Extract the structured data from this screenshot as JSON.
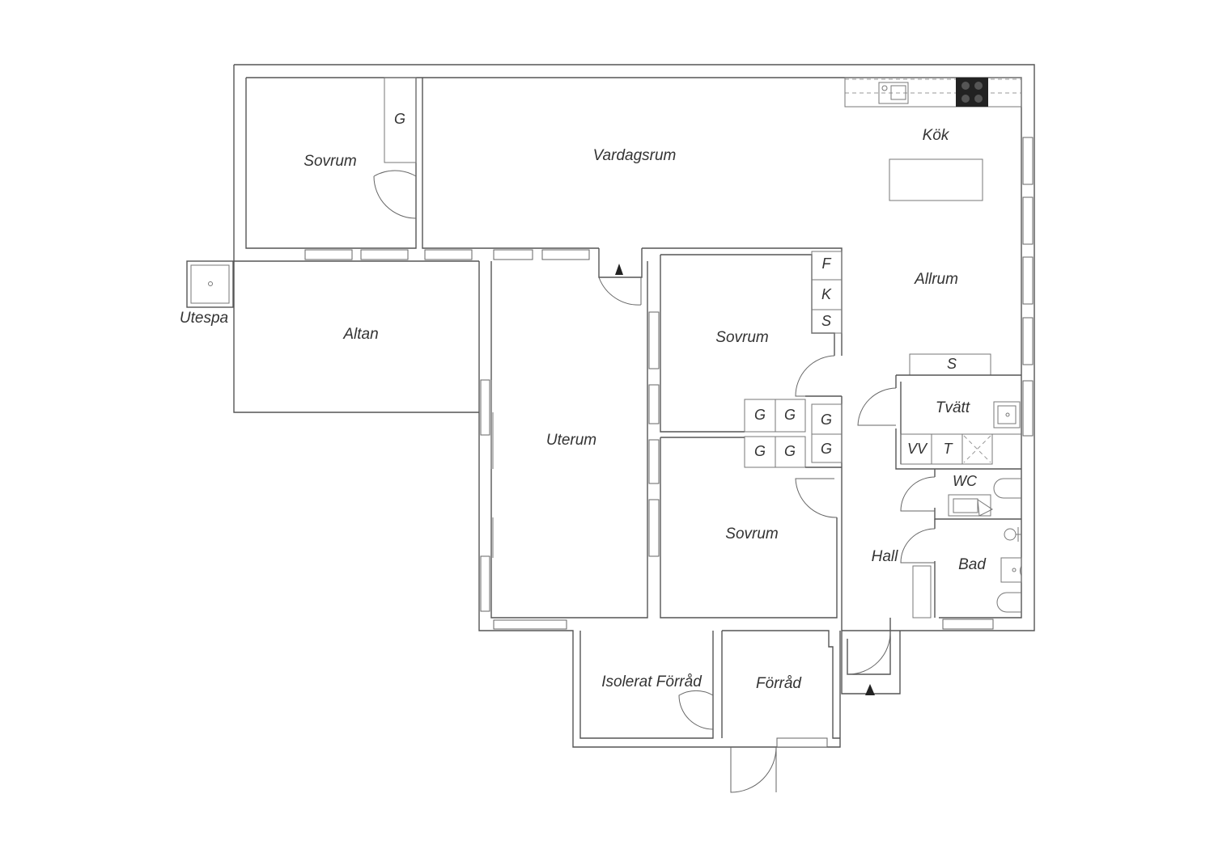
{
  "rooms": {
    "sovrum_1": "Sovrum",
    "vardagsrum": "Vardagsrum",
    "kok": "Kök",
    "allrum": "Allrum",
    "altan": "Altan",
    "utespa": "Utespa",
    "uterum": "Uterum",
    "sovrum_2": "Sovrum",
    "sovrum_3": "Sovrum",
    "tvatt": "Tvätt",
    "wc": "WC",
    "hall": "Hall",
    "bad": "Bad",
    "isolerat_forrad": "Isolerat Förråd",
    "forrad": "Förråd"
  },
  "fixtures": {
    "g_sovrum_1": "G",
    "f": "F",
    "k": "K",
    "s_cabinet": "S",
    "s_tvatt": "S",
    "g_a": "G",
    "g_b": "G",
    "g_c": "G",
    "g_d": "G",
    "g_e": "G",
    "g_f": "G",
    "vv": "VV",
    "t": "T"
  },
  "colors": {
    "walls": "#555555",
    "text": "#333333",
    "stove": "#222222"
  }
}
